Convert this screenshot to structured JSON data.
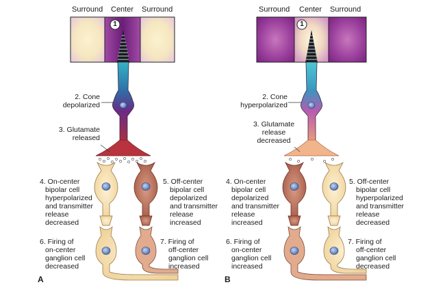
{
  "panelA": {
    "letter": "A",
    "header": {
      "surround_left": "Surround",
      "center": "Center",
      "surround_right": "Surround"
    },
    "marker": "1",
    "labels": {
      "l2": [
        "2. Cone",
        "depolarized"
      ],
      "l3": [
        "3. Glutamate",
        "released"
      ],
      "l4": [
        "4. On-center",
        "bipolar cell",
        "hyperpolarized",
        "and transmitter",
        "release",
        "decreased"
      ],
      "l5": [
        "5. Off-center",
        "bipolar cell",
        "depolarized",
        "and transmitter",
        "release",
        "increased"
      ],
      "l6": [
        "6. Firing of",
        "on-center",
        "ganglion cell",
        "decreased"
      ],
      "l7": [
        "7. Firing of",
        "off-center",
        "ganglion cell",
        "increased"
      ]
    }
  },
  "panelB": {
    "letter": "B",
    "header": {
      "surround_left": "Surround",
      "center": "Center",
      "surround_right": "Surround"
    },
    "marker": "1",
    "labels": {
      "l2": [
        "2. Cone",
        "hyperpolarized"
      ],
      "l3": [
        "3. Glutamate",
        "release",
        "decreased"
      ],
      "l4": [
        "4. On-center",
        "bipolar cell",
        "depolarized",
        "and transmitter",
        "release",
        "increased"
      ],
      "l5": [
        "5. Off-center",
        "bipolar cell",
        "hyperpolarized",
        "and transmitter",
        "release",
        "decreased"
      ],
      "l6": [
        "6. Firing of",
        "on-center",
        "ganglion cell",
        "increased"
      ],
      "l7": [
        "7. Firing of",
        "off-center",
        "ganglion cell",
        "decreased"
      ]
    }
  },
  "colors": {
    "stimulus_purple": "#8a2a8f",
    "stimulus_pale": "#f6ecc4",
    "cone_blue": "#2a9bb5",
    "active_cell": "#b86a55",
    "inactive_cell": "#f3dcaa",
    "nucleus": "#6d8fc8"
  }
}
